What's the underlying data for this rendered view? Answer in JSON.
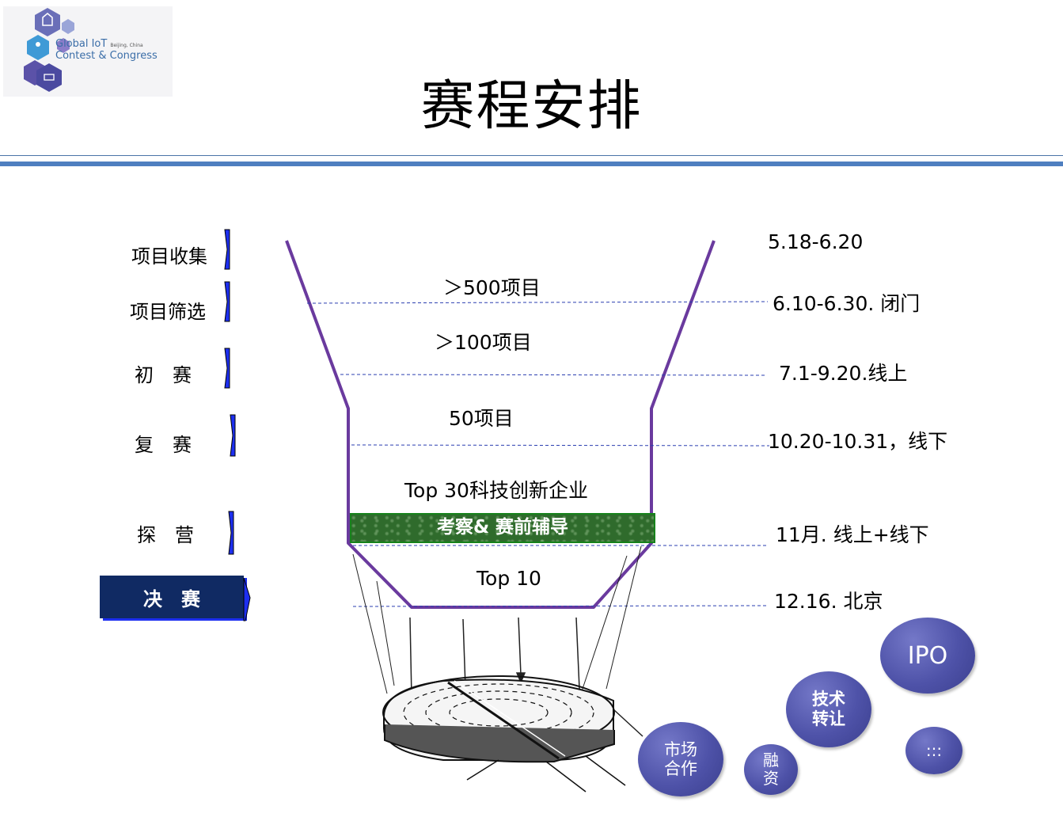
{
  "logo": {
    "line1": "Global IoT",
    "small": "Beijing, China",
    "line2": "Contest & Congress"
  },
  "title": "赛程安排",
  "stages": {
    "collect": "项目收集",
    "screen": "项目筛选",
    "prelim": "初　赛",
    "semi": "复　赛",
    "camp": "探　营",
    "final": "决　赛"
  },
  "funnel": {
    "c500": "＞500项目",
    "c100": "＞100项目",
    "c50": "50项目",
    "top30": "Top 30科技创新企业",
    "band": "考察& 赛前辅导",
    "top10": "Top 10"
  },
  "dates": {
    "d1": "5.18-6.20",
    "d2": "6.10-6.30. 闭门",
    "d3": "7.1-9.20.线上",
    "d4": "10.20-10.31，线下",
    "d5": "11月. 线上+线下",
    "d6": "12.16. 北京"
  },
  "bubbles": {
    "ipo": "IPO",
    "tech1": "技术",
    "tech2": "转让",
    "more": ":::",
    "mkt1": "市场",
    "mkt2": "合作",
    "fin1": "融",
    "fin2": "资"
  },
  "colors": {
    "funnel": "#6a3a9e",
    "final_bg": "#102a63",
    "arrow": "#1d2ff0",
    "band": "#2f6b2c",
    "bubble": "#4e52a8",
    "rule": "#4f7fc0"
  }
}
